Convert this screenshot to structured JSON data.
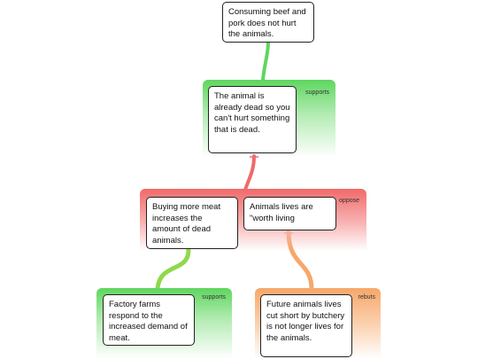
{
  "colors": {
    "supports": "#5fd65f",
    "oppose": "#f06a6a",
    "rebuts": "#f7a76a"
  },
  "nodes": {
    "claim": "Consuming beef and pork does not hurt the animals.",
    "already_dead": "The animal is already dead so you can't hurt something that is dead.",
    "buying_more": "Buying more meat increases the amount of dead animals.",
    "worth_living": "Animals lives are \"worth living",
    "factory_farms": "Factory farms respond to the increased demand of meat.",
    "future_animals": "Future animals lives cut short by butchery is not longer lives for the animals."
  },
  "groups": {
    "supports_top": "supports",
    "oppose": "oppose",
    "supports_bottom": "supports",
    "rebuts": "rebuts"
  }
}
